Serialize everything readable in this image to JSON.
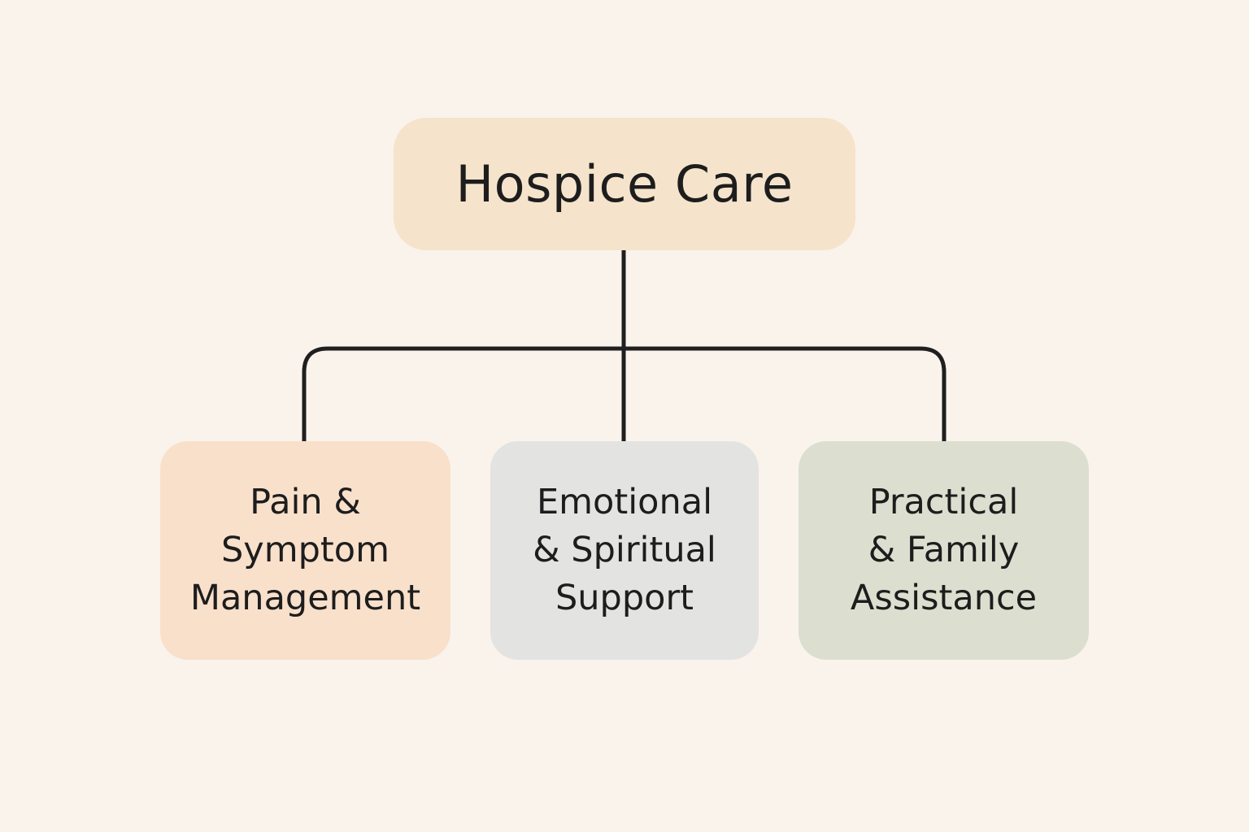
{
  "root": {
    "label": "Hospice Care",
    "color": "#f5e3cb"
  },
  "children": [
    {
      "label": "Pain &\nSymptom\nManagement",
      "color": "#f9e0cb"
    },
    {
      "label": "Emotional\n& Spiritual\nSupport",
      "color": "#e3e3e2"
    },
    {
      "label": "Practical\n& Family\nAssistance",
      "color": "#dcdfcf"
    }
  ],
  "colors": {
    "background": "#faf3ec",
    "connector": "#1f1f1f",
    "text": "#1d1d1d"
  }
}
